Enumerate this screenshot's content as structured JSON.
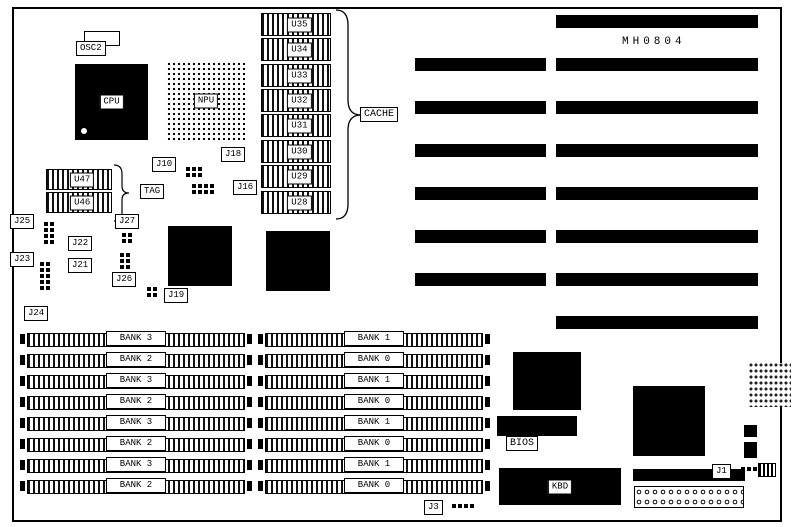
{
  "board": {
    "model": "MH0804"
  },
  "chips": {
    "osc2": "OSC2",
    "cpu": "CPU",
    "npu": "NPU",
    "bios": "BIOS",
    "kbd": "KBD",
    "cache_label": "CACHE",
    "tag_label": "TAG"
  },
  "cache_chips": [
    "U35",
    "U34",
    "U33",
    "U32",
    "U31",
    "U30",
    "U29",
    "U28"
  ],
  "tag_chips": [
    "U47",
    "U46"
  ],
  "jumpers": {
    "j10": "J10",
    "j18": "J18",
    "j16": "J16",
    "j25": "J25",
    "j22": "J22",
    "j23": "J23",
    "j21": "J21",
    "j27": "J27",
    "j26": "J26",
    "j19": "J19",
    "j24": "J24",
    "j1": "J1",
    "j3": "J3"
  },
  "simm_left": [
    "BANK 3",
    "BANK 2",
    "BANK 3",
    "BANK 2",
    "BANK 3",
    "BANK 2",
    "BANK 3",
    "BANK 2"
  ],
  "simm_right": [
    "BANK 1",
    "BANK 0",
    "BANK 1",
    "BANK 0",
    "BANK 1",
    "BANK 0",
    "BANK 1",
    "BANK 0"
  ]
}
